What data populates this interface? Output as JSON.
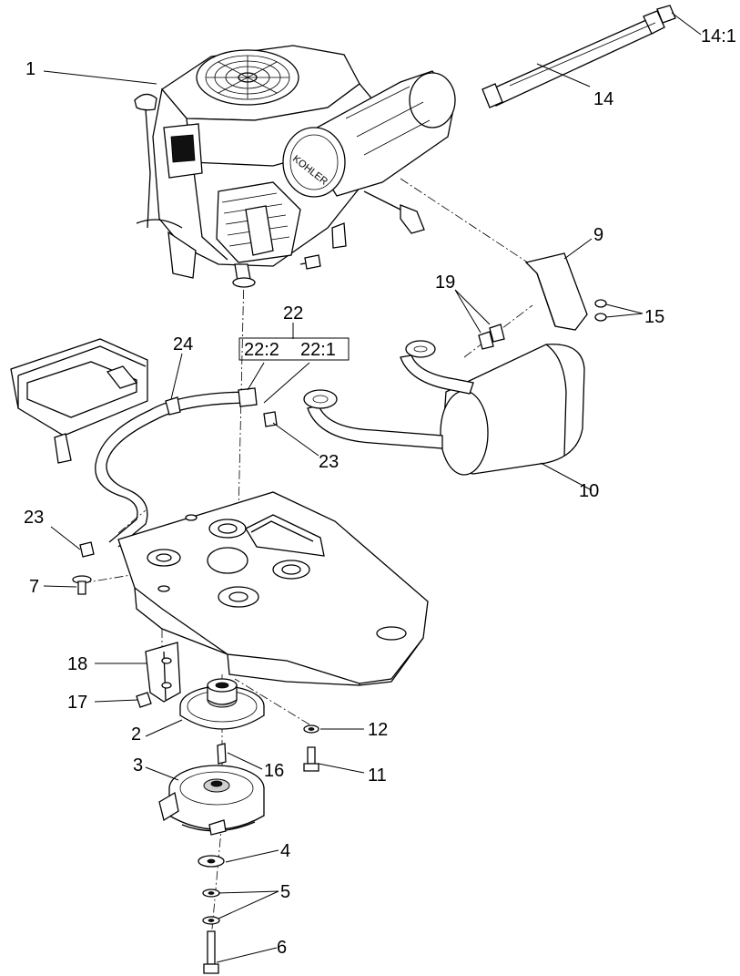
{
  "callouts": {
    "c1": "1",
    "c14_1": "14:1",
    "c14": "14",
    "c9": "9",
    "c19": "19",
    "c15": "15",
    "c22": "22",
    "c22_2": "22:2",
    "c22_1": "22:1",
    "c24": "24",
    "c23a": "23",
    "c23b": "23",
    "c10": "10",
    "c7": "7",
    "c18": "18",
    "c17": "17",
    "c2": "2",
    "c12": "12",
    "c16": "16",
    "c11": "11",
    "c3": "3",
    "c4": "4",
    "c5": "5",
    "c6": "6"
  },
  "engine_brand": "KOHLER",
  "colors": {
    "ink": "#000000",
    "paper": "#ffffff",
    "shade": "#cfcfcf"
  }
}
